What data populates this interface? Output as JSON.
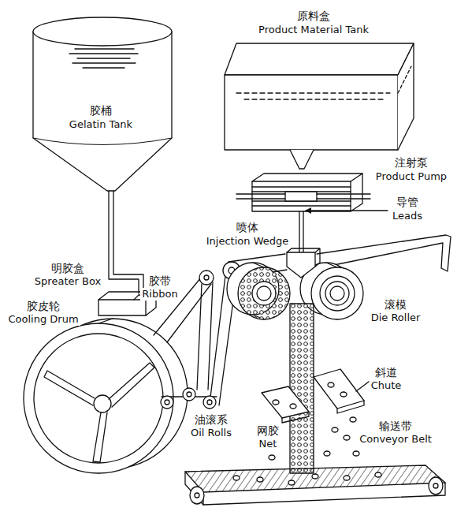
{
  "diagram": {
    "labels": [
      "原料盒",
      "Product Material Tank",
      "胶桶",
      "Gelatin Tank",
      "注射泵",
      "Product Pump",
      "导管",
      "Leads",
      "喷体",
      "Injection Wedge",
      "明胶盒",
      "Spreater Box",
      "胶带",
      "Ribbon",
      "胶皮轮",
      "Cooling Drum",
      "滚模",
      "Die Roller",
      "斜道",
      "Chute",
      "油滚系",
      "Oil Rolls",
      "网胶",
      "Net",
      "输送带",
      "Conveyor Belt"
    ]
  }
}
